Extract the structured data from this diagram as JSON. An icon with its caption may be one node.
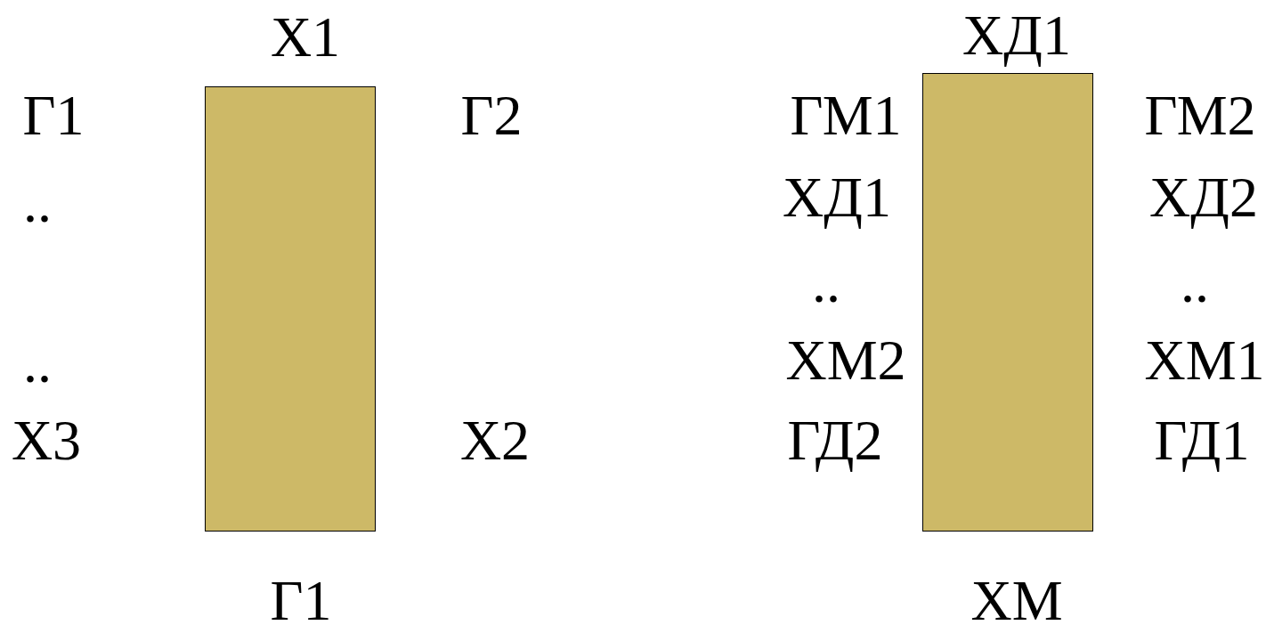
{
  "diagram": {
    "nodes": [
      {
        "text": [],
        "shape": "box"
      },
      {
        "text": [],
        "shape": "box"
      }
    ],
    "labels": [
      "Х1",
      "Г1",
      "Г2",
      "..",
      "..",
      "Х3",
      "Х2",
      "Г1",
      "ХД1",
      "ГМ1",
      "ГМ2",
      "ХД1",
      "ХД2",
      "..",
      "..",
      "ХМ2",
      "ХМ1",
      "ГД2",
      "ГД1",
      "ХМ"
    ]
  }
}
